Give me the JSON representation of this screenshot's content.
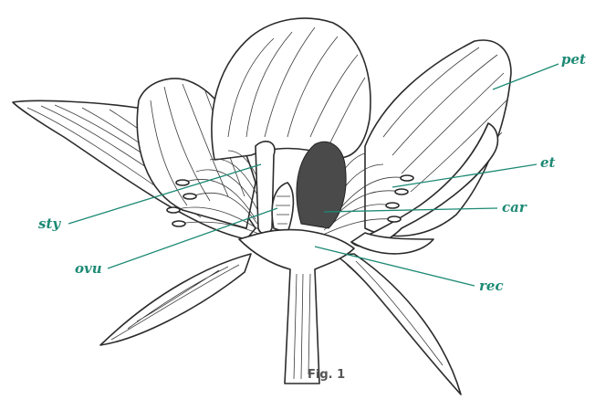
{
  "figure": {
    "caption": "Fig. 1",
    "labels": {
      "pet": "pet",
      "et": "et",
      "car": "car",
      "sty": "sty",
      "ovu": "ovu",
      "rec": "rec"
    }
  }
}
